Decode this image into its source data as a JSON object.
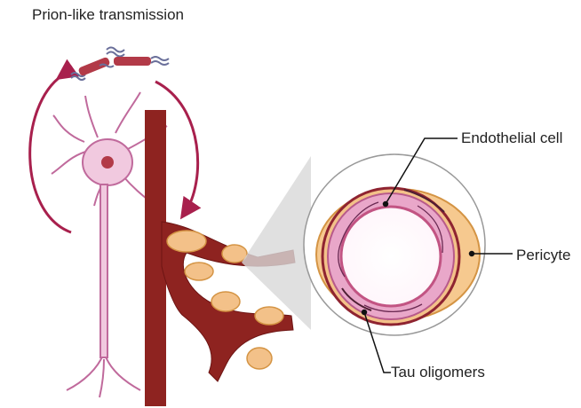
{
  "title": "Prion-like transmission",
  "labels": {
    "endothelial": "Endothelial cell",
    "pericyte": "Pericyte",
    "tau": "Tau oligomers"
  },
  "colors": {
    "vessel": "#8e2320",
    "vessel_dark": "#6d1514",
    "neuron": "#f1c9df",
    "neuron_stroke": "#c06a9c",
    "arrow": "#a8204d",
    "pericyte": "#f3c189",
    "pericyte_stroke": "#d49444",
    "tau_fibril": "#b23a48",
    "endothelium": "#e9a7c9",
    "lumen_ring": "#c25483"
  },
  "icons": [
    "neuron-icon",
    "tau-fibril-icon",
    "blood-vessel-icon",
    "pericyte-icon",
    "vessel-cross-section-icon"
  ]
}
